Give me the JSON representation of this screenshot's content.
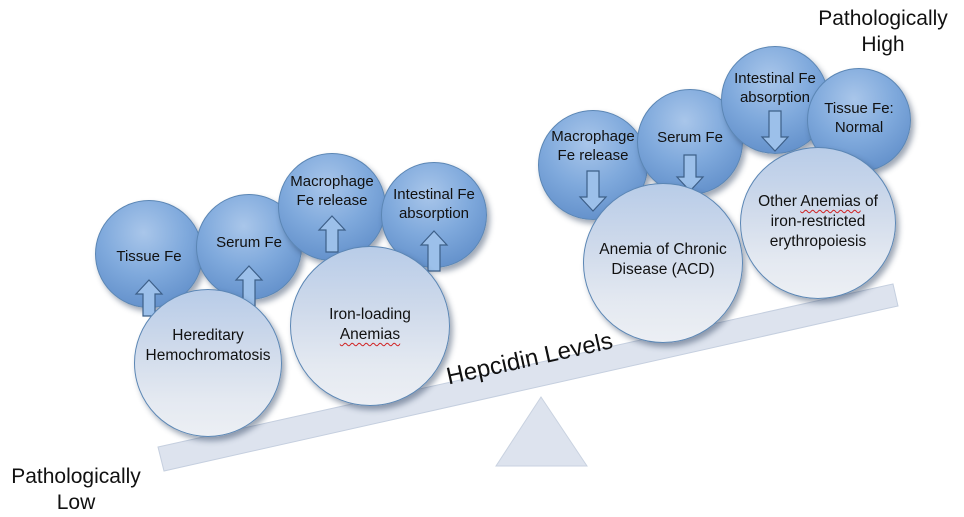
{
  "corner_labels": {
    "high": "Pathologically\nHigh",
    "low": "Pathologically\nLow"
  },
  "beam_label": "Hepcidin Levels",
  "left_side": {
    "small": {
      "tissue_fe": "Tissue Fe",
      "serum_fe": "Serum Fe",
      "macrophage_fe": "Macrophage\nFe release",
      "intestinal_fe": "Intestinal Fe\nabsorption"
    },
    "large": {
      "hh": "Hereditary\nHemochromatosis",
      "iron_loading": "Iron-loading",
      "iron_loading_2": "Anemias"
    },
    "arrow_direction": "up"
  },
  "right_side": {
    "small": {
      "macrophage_fe": "Macrophage\nFe release",
      "serum_fe": "Serum Fe",
      "intestinal_fe": "Intestinal Fe\nabsorption",
      "tissue_fe": "Tissue Fe:\nNormal"
    },
    "large": {
      "acd": "Anemia of Chronic\nDisease (ACD)",
      "other_1": "Other ",
      "other_2": "Anemias",
      "other_3": " of",
      "other_4": "iron-",
      "other_5": "restricted",
      "other_6": "erythropoiesis"
    },
    "arrow_direction": "down"
  },
  "colors": {
    "small_circle": "#7fa9dc",
    "large_circle_top": "#b8cce8",
    "beam": "#dde3ee",
    "fulcrum": "#dde3ee",
    "outline": "#5b86b4"
  }
}
